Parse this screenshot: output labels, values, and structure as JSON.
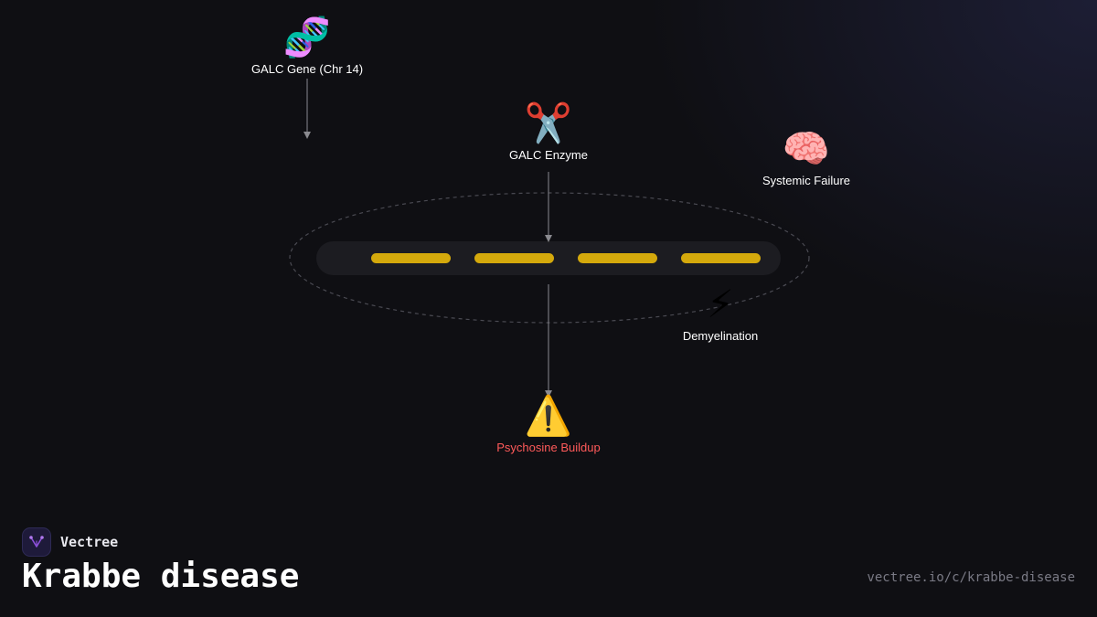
{
  "nodes": {
    "gene": {
      "icon": "🧬",
      "icon_name": "dna-icon",
      "label": "GALC Gene (Chr 14)"
    },
    "enzyme": {
      "icon": "✂️",
      "icon_name": "scissors-icon",
      "label": "GALC Enzyme"
    },
    "systemic": {
      "icon": "🧠",
      "icon_name": "brain-icon",
      "label": "Systemic Failure"
    },
    "demyelination": {
      "icon": "⚡",
      "icon_name": "lightning-icon",
      "label": "Demyelination"
    },
    "psychosine": {
      "icon": "⚠️",
      "icon_name": "warning-icon",
      "label": "Psychosine Buildup"
    }
  },
  "brand": {
    "name": "Vectree",
    "icon_name": "vectree-logo-icon"
  },
  "title": "Krabbe disease",
  "url": "vectree.io/c/krabbe-disease",
  "colors": {
    "background": "#0f0f13",
    "segment": "#d4a90c",
    "track": "#1c1c21",
    "arrow": "#8a8a90",
    "alert_label": "#ff5a5a",
    "label": "#ffffff",
    "url": "#7a7a85"
  }
}
